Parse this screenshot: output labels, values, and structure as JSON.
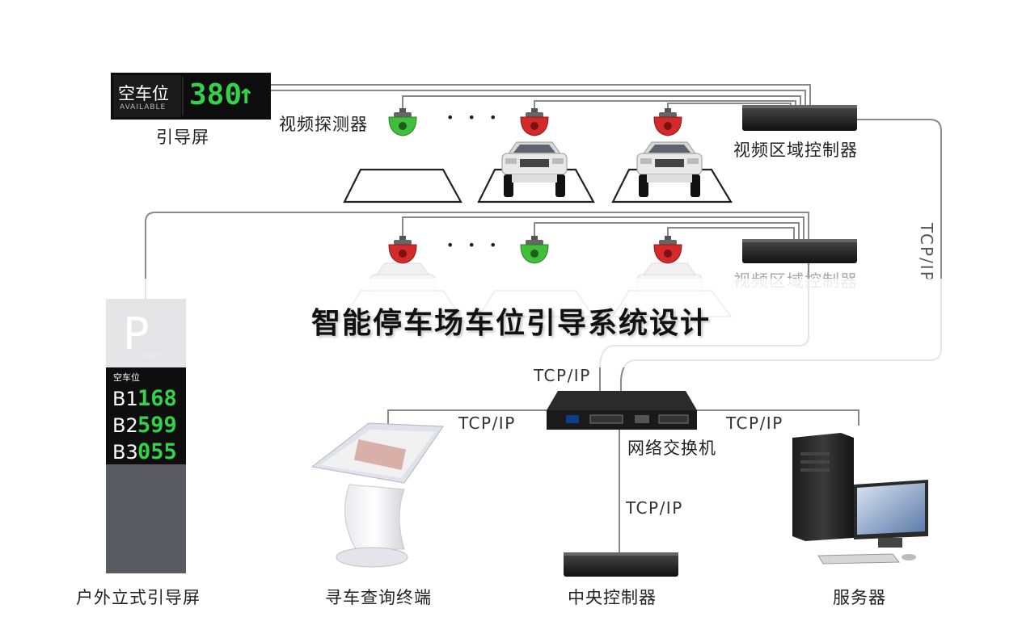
{
  "title": "智能停车场车位引导系统设计",
  "guide_screen": {
    "heading": "空车位",
    "subheading": "AVAILABLE",
    "count": "380",
    "arrow": "↑",
    "label": "引导屏"
  },
  "video_detector_label": "视频探测器",
  "ellipsis": "• • •",
  "zone_controller_label": "视频区域控制器",
  "tcp_label": "TCP/IP",
  "switch_label": "网络交换机",
  "outdoor_screen": {
    "p_letter": "P",
    "p_caption": "Carpark",
    "heading": "空车位",
    "rows": [
      {
        "floor": "B1",
        "count": "168"
      },
      {
        "floor": "B2",
        "count": "599"
      },
      {
        "floor": "B3",
        "count": "055"
      }
    ],
    "label": "户外立式引导屏"
  },
  "kiosk_label": "寻车查询终端",
  "central_controller_label": "中央控制器",
  "server_label": "服务器",
  "colors": {
    "available": "#3fbf3a",
    "occupied": "#d42a2a",
    "led_green": "#34d14a",
    "cable": "#8a8a8a"
  }
}
